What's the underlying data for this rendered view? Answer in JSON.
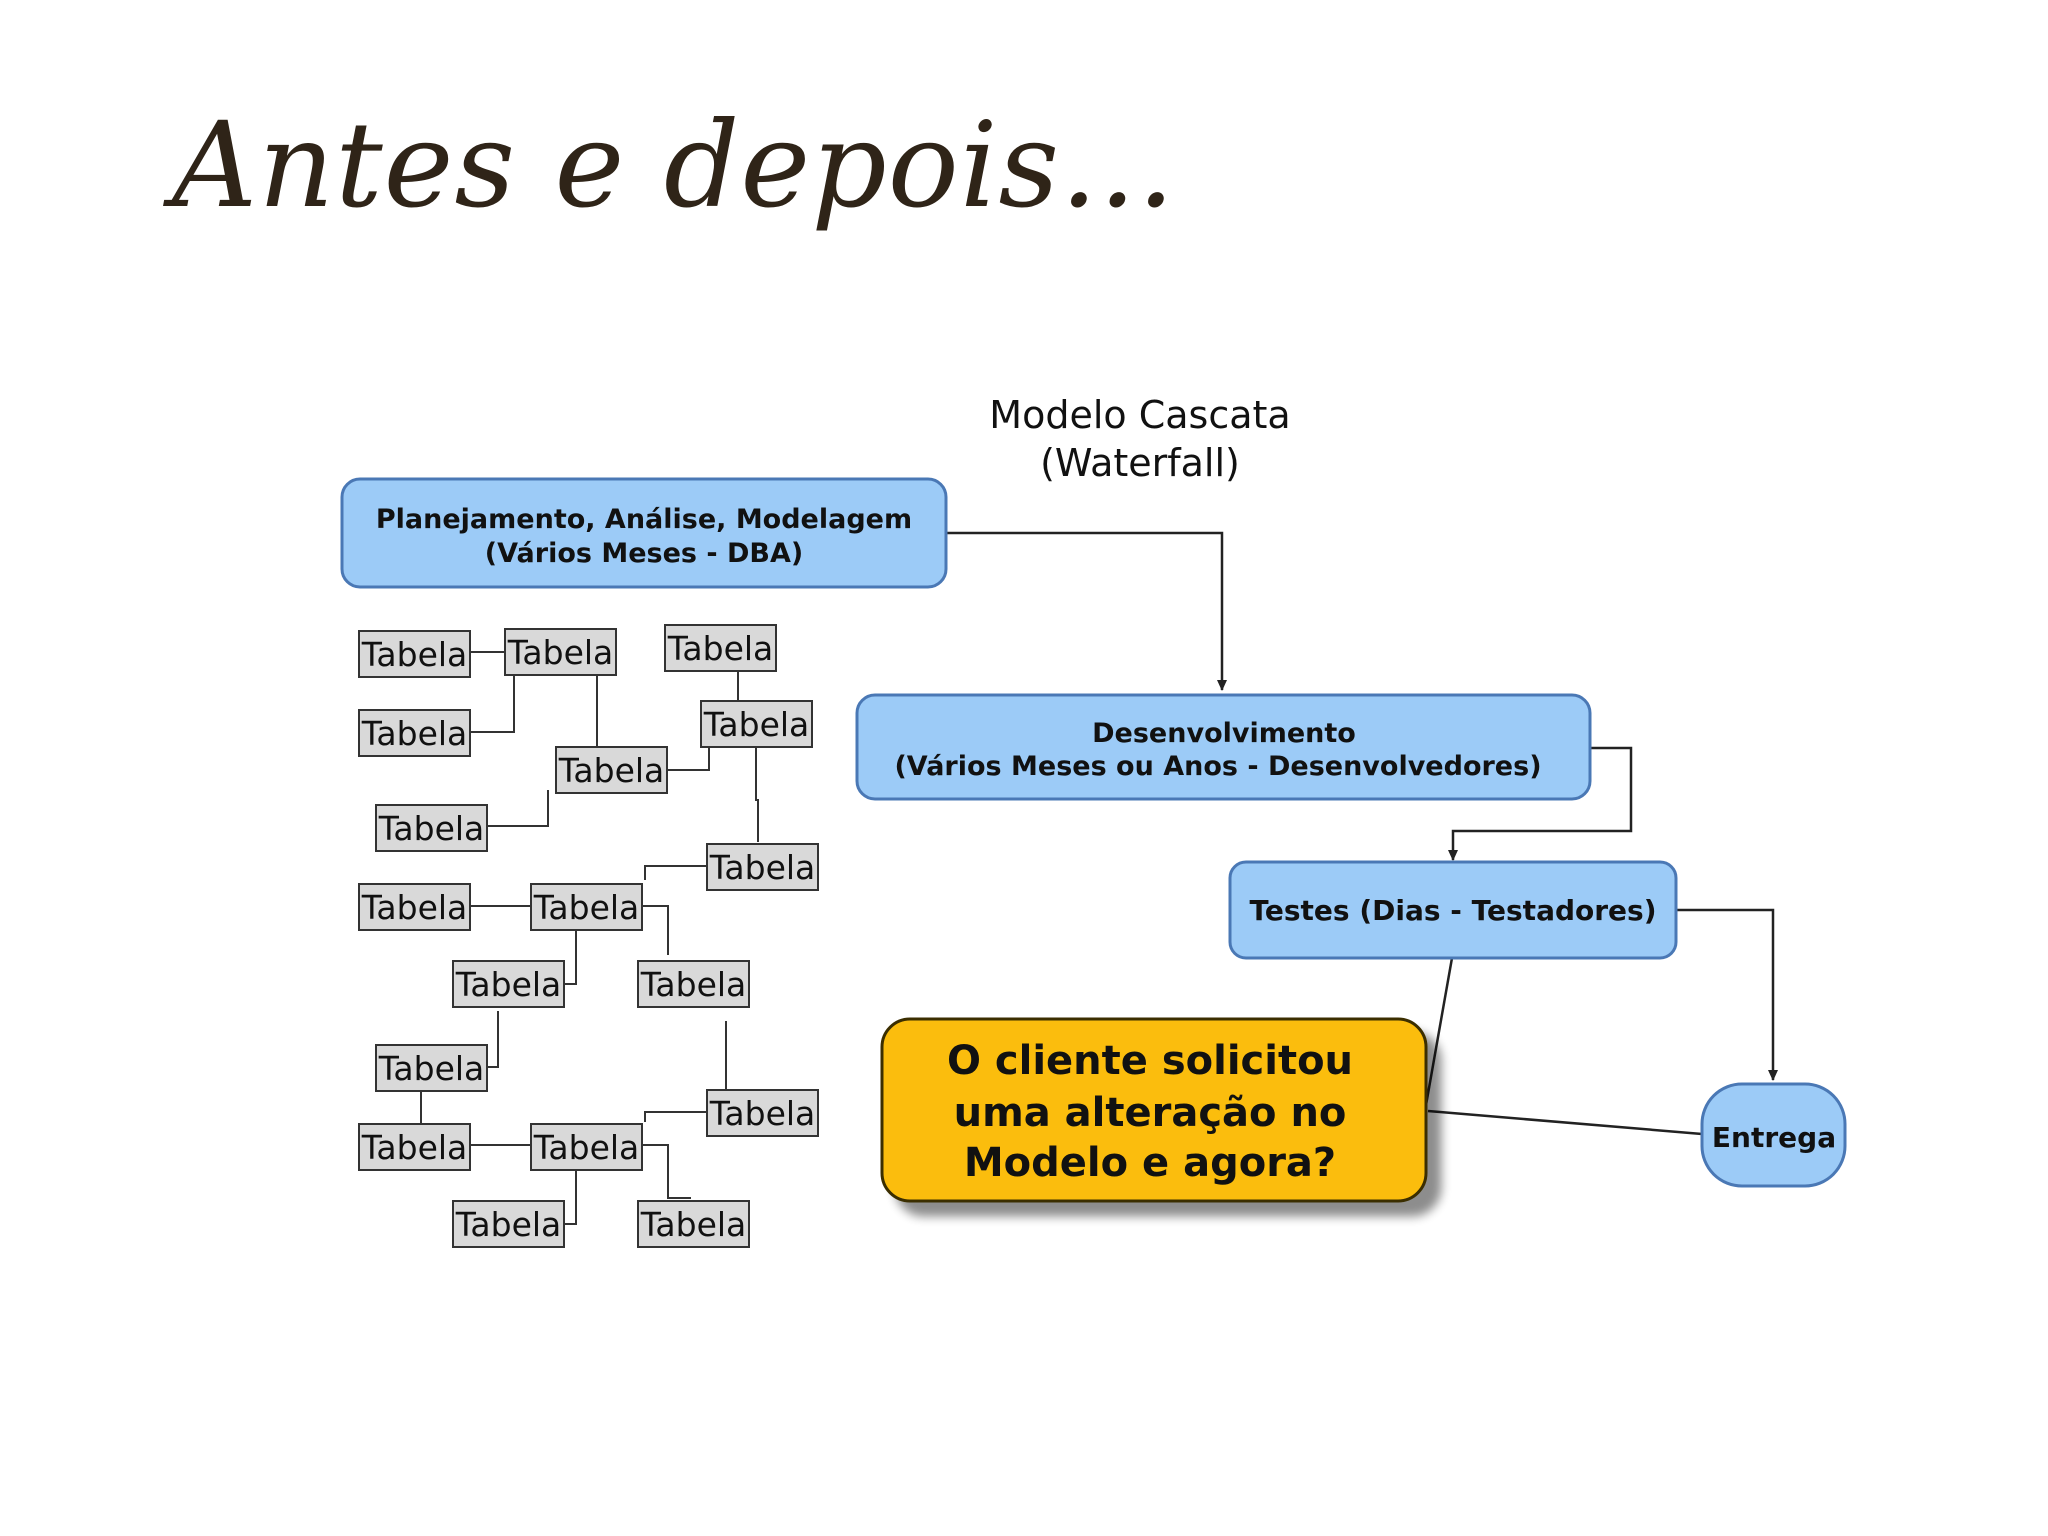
{
  "title": "Antes e depois...",
  "diagram": {
    "heading_line1": "Modelo Cascata",
    "heading_line2": "(Waterfall)",
    "planning": {
      "line1": "Planejamento, Análise, Modelagem",
      "line2": "(Vários Meses - DBA)"
    },
    "development": {
      "line1": "Desenvolvimento",
      "line2": "(Vários Meses ou Anos - Desenvolvedores)"
    },
    "tests": {
      "label": "Testes (Dias - Testadores)"
    },
    "delivery": {
      "label": "Entrega"
    },
    "callout": {
      "line1": "O cliente solicitou",
      "line2": "uma alteração no",
      "line3": "Modelo e agora?"
    },
    "table_label": "Tabela",
    "colors": {
      "process_fill": "#9ccbf7",
      "process_stroke": "#4a78b5",
      "callout_fill": "#fbbd0a",
      "table_fill": "#d9d9d9",
      "title_color": "#2f2418"
    }
  }
}
